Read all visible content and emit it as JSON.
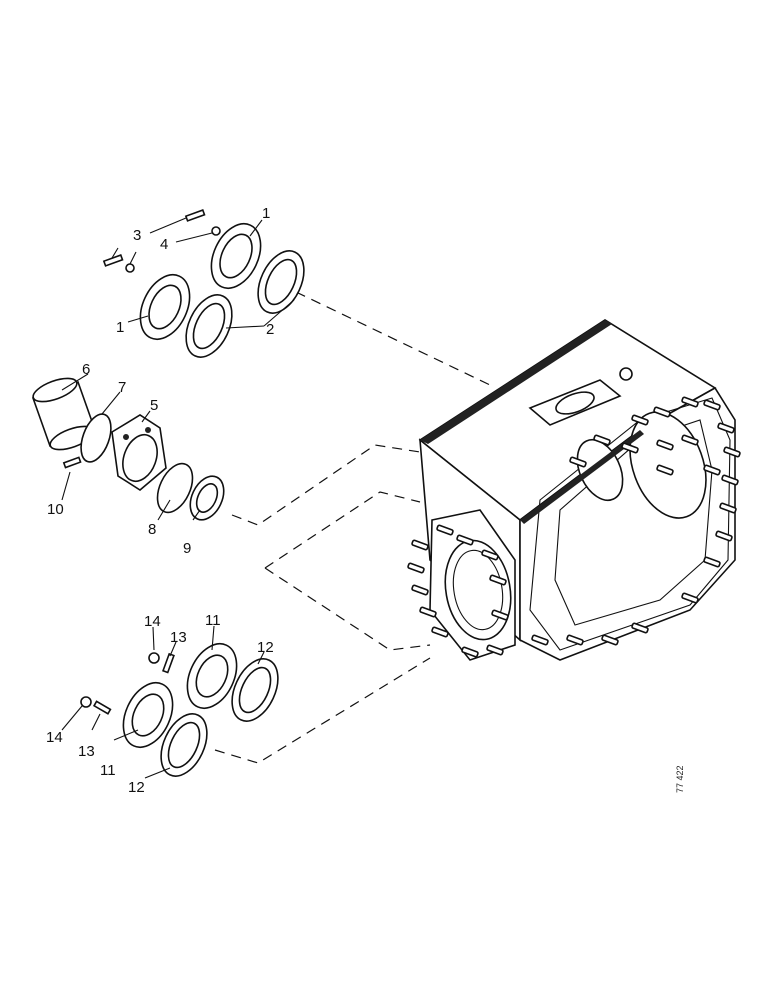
{
  "callouts": {
    "c1a": "1",
    "c1b": "1",
    "c2": "2",
    "c3": "3",
    "c4": "4",
    "c5": "5",
    "c6": "6",
    "c7": "7",
    "c8": "8",
    "c9": "9",
    "c10": "10",
    "c11a": "11",
    "c11b": "11",
    "c12a": "12",
    "c12b": "12",
    "c13a": "13",
    "c13b": "13",
    "c14a": "14",
    "c14b": "14"
  },
  "drawing_code": "77 422"
}
